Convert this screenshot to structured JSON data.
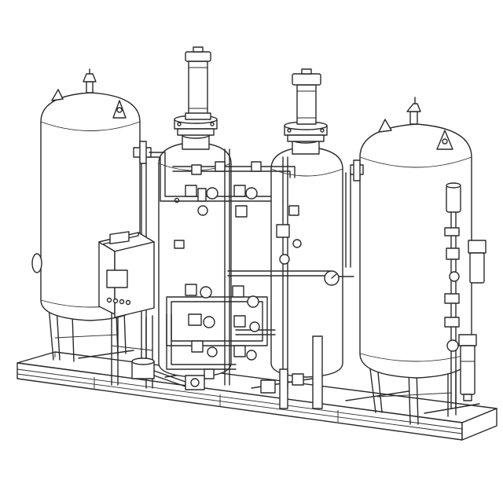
{
  "diagram": {
    "style": "line-art",
    "colors": {
      "stroke": "#2a2a2a",
      "background": "#ffffff",
      "shade": "#f1f1f1"
    },
    "components": [
      {
        "id": "air-receiver-tank",
        "icon": "vertical-tank"
      },
      {
        "id": "nitrogen-buffer-tank",
        "icon": "vertical-tank"
      },
      {
        "id": "adsorption-tower-a",
        "icon": "adsorber-column"
      },
      {
        "id": "adsorption-tower-b",
        "icon": "adsorber-column"
      },
      {
        "id": "pneumatic-cylinder-a",
        "icon": "actuator"
      },
      {
        "id": "pneumatic-cylinder-b",
        "icon": "actuator"
      },
      {
        "id": "control-cabinet",
        "icon": "panel"
      },
      {
        "id": "filter-assembly",
        "icon": "filter"
      },
      {
        "id": "skid-frame",
        "icon": "base-frame"
      }
    ]
  }
}
